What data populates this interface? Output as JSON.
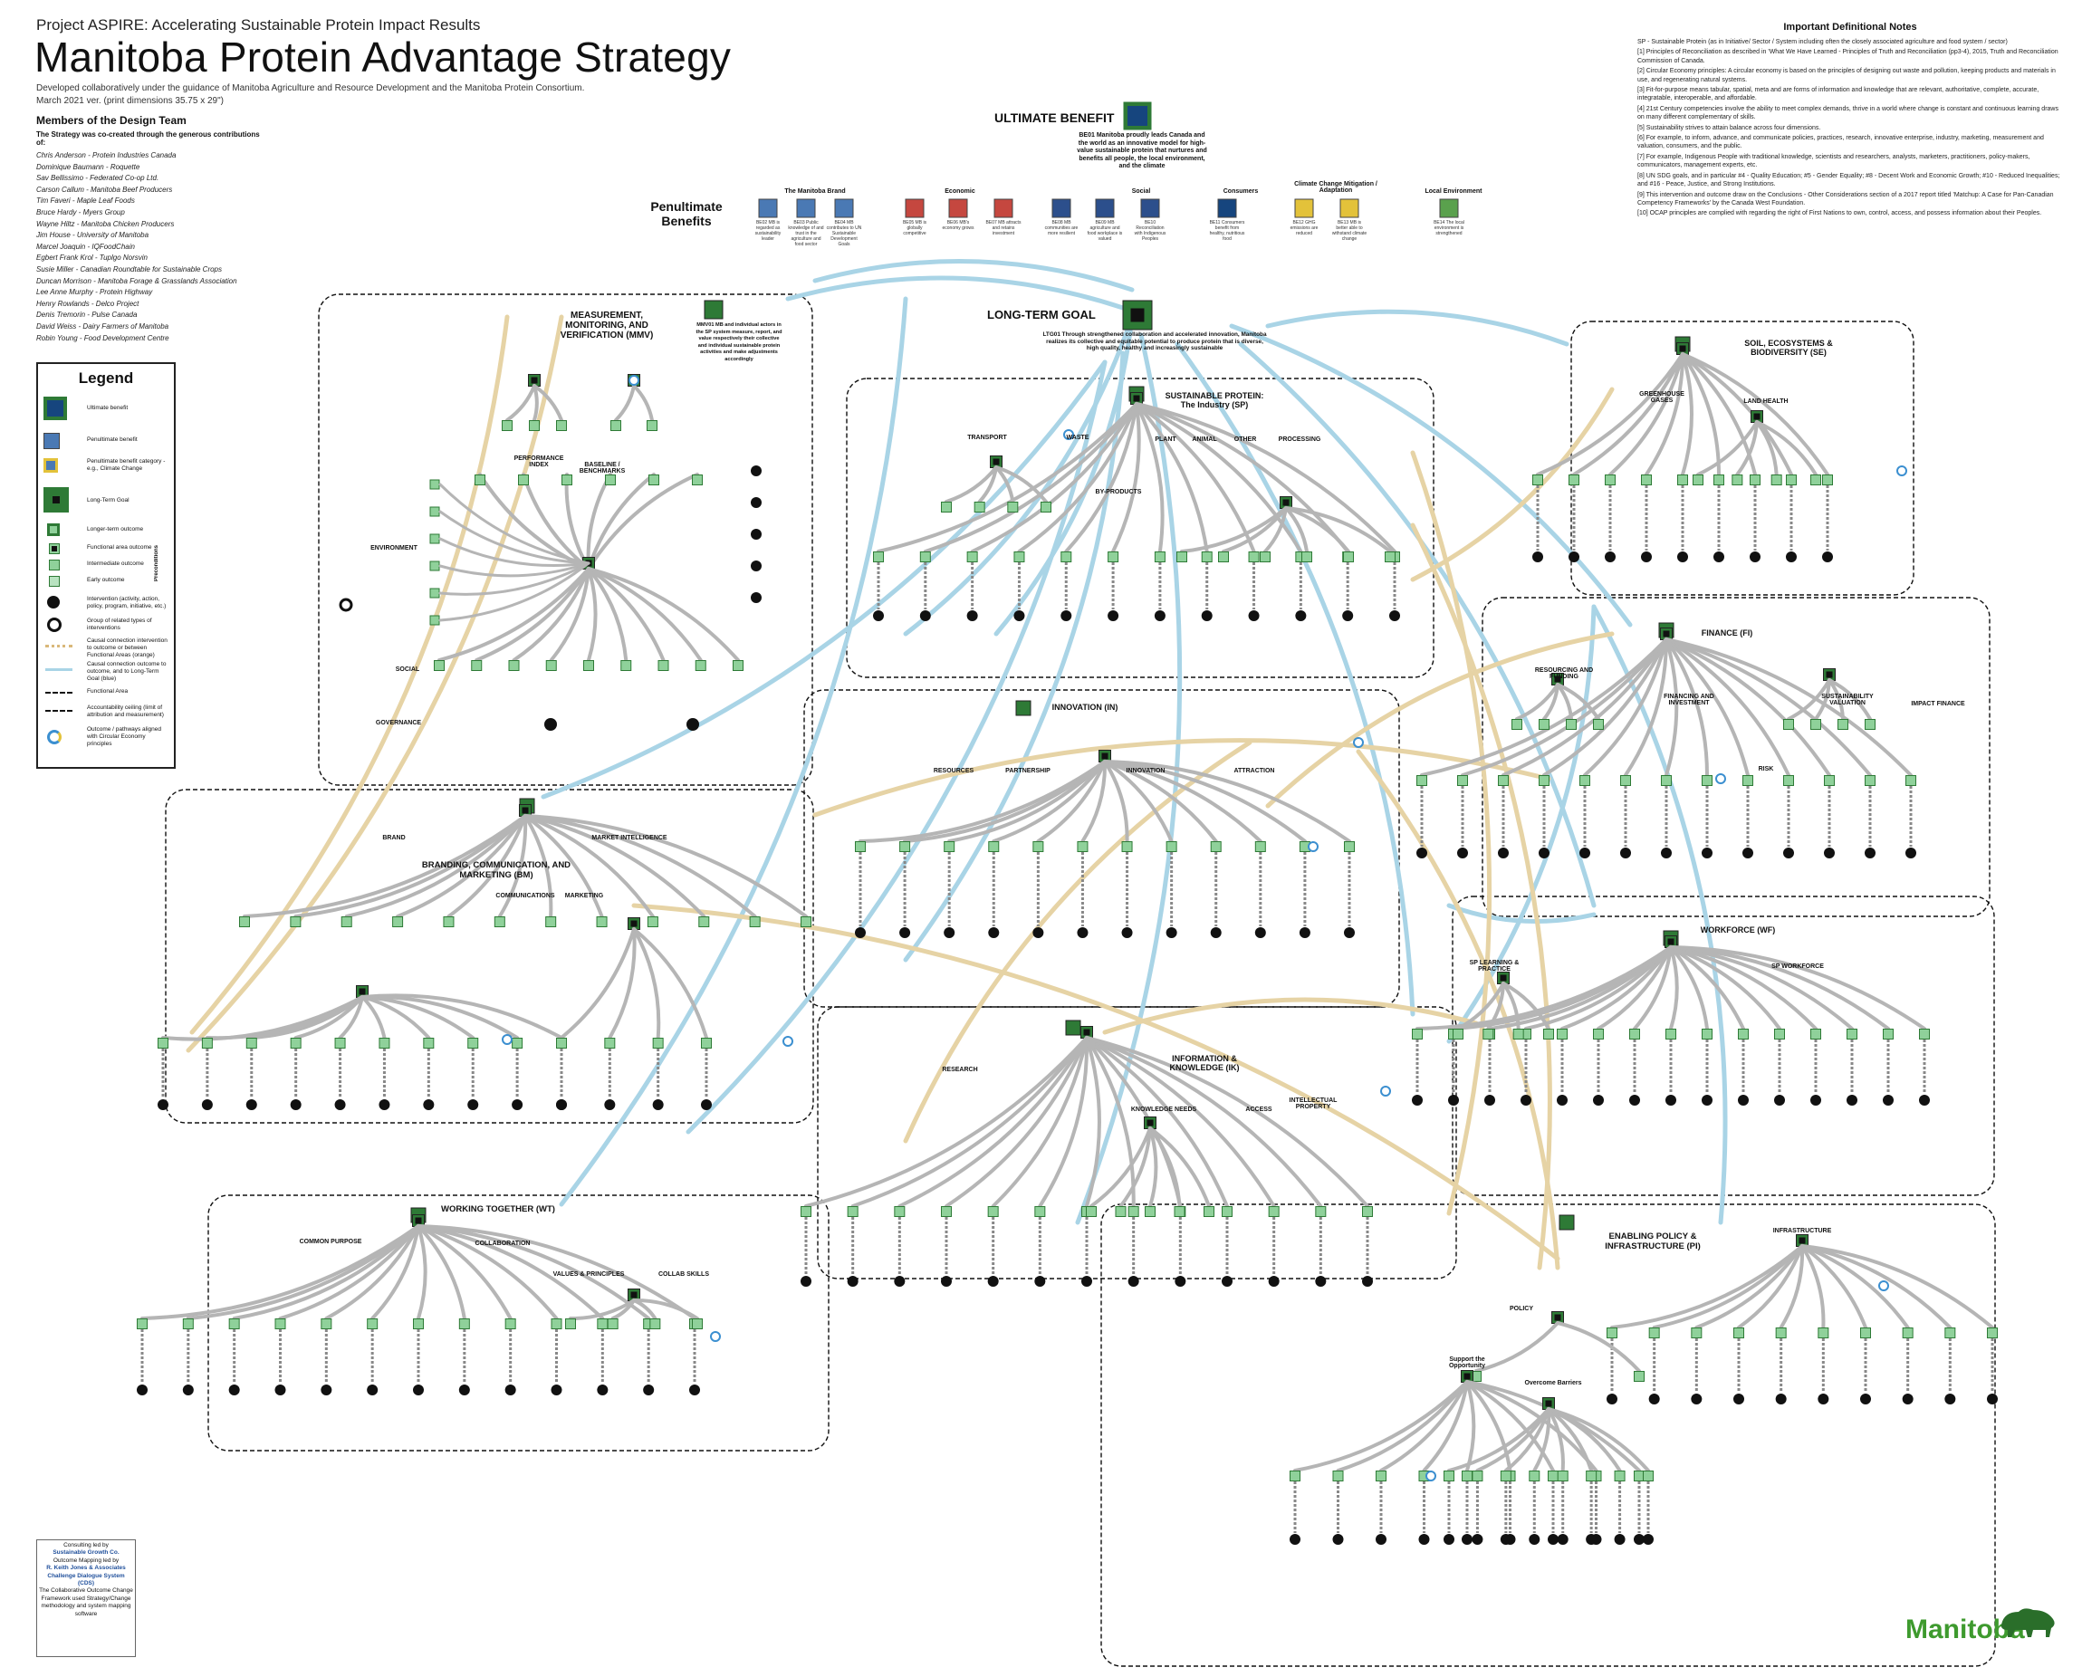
{
  "header": {
    "kicker": "Project ASPIRE: Accelerating Sustainable Protein Impact Results",
    "title": "Manitoba Protein Advantage Strategy",
    "subtitle": "Developed collaboratively under the guidance of Manitoba Agriculture and Resource Development and the Manitoba Protein Consortium.",
    "print_note": "March 2021 ver. (print dimensions 35.75 x 29\")"
  },
  "design_team": {
    "heading": "Members of the Design Team",
    "intro": "The Strategy was co-created through the generous contributions of:",
    "members": [
      "Chris Anderson - Protein Industries Canada",
      "Dominique Baumann - Roquette",
      "Sav Bellissimo - Federated Co-op Ltd.",
      "Carson Callum - Manitoba Beef Producers",
      "Tim Faveri - Maple Leaf Foods",
      "Bruce Hardy - Myers Group",
      "Wayne Hiltz - Manitoba Chicken Producers",
      "Jim House - University of Manitoba",
      "Marcel Joaquin - IQFoodChain",
      "Egbert Frank Krol - Tuplgo Norsvin",
      "Susie Miller - Canadian Roundtable for Sustainable Crops",
      "Duncan Morrison - Manitoba Forage & Grasslands Association",
      "Lee Anne Murphy - Protein Highway",
      "Henry Rowlands - Delco Project",
      "Denis Tremorin - Pulse Canada",
      "David Weiss - Dairy Farmers of Manitoba",
      "Robin Young - Food Development Centre"
    ]
  },
  "legend": {
    "title": "Legend",
    "items": [
      "Ultimate benefit",
      "Penultimate benefit",
      "Penultimate benefit category - e.g., Climate Change",
      "Long-Term Goal",
      "Longer-term outcome",
      "Functional area outcome",
      "Intermediate outcome",
      "Early outcome",
      "Intervention (activity, action, policy, program, initiative, etc.)",
      "Group of related types of interventions",
      "Causal connection intervention to outcome or between Functional Areas (orange)",
      "Causal connection outcome to outcome, and to Long-Term Goal (blue)",
      "Functional Area",
      "Accountability ceiling (limit of attribution and measurement)",
      "Outcome / pathways aligned with Circular Economy principles"
    ],
    "preconditions_label": "Preconditions"
  },
  "ultimate_benefit": {
    "label": "ULTIMATE BENEFIT",
    "text": "BE01 Manitoba proudly leads Canada and the world as an innovative model for high-value sustainable protein that nurtures and benefits all people, the local environment, and the climate"
  },
  "penultimate": {
    "label": "Penultimate Benefits",
    "categories": [
      "The Manitoba Brand",
      "Economic",
      "Social",
      "Consumers",
      "Climate Change Mitigation / Adaptation",
      "Local Environment"
    ],
    "boxes": [
      "BE02 MB is regarded as sustainability leader",
      "BE03 Public knowledge of and trust in the agriculture and food sector",
      "BE04 MB contributes to UN Sustainable Development Goals",
      "BE05 MB is globally competitive",
      "BE06 MB's economy grows",
      "BE07 MB attracts and retains investment",
      "BE08 MB communities are more resilient",
      "BE09 MB agriculture and food workplace is valued",
      "BE10 Reconciliation with Indigenous Peoples",
      "BE11 Consumers benefit from healthy, nutritious food",
      "BE12 GHG emissions are reduced",
      "BE13 MB is better able to withstand climate change",
      "BE14 The local environment is strengthened"
    ]
  },
  "long_term_goal": {
    "label": "LONG-TERM GOAL",
    "text": "LTG01 Through strengthened collaboration and accelerated innovation, Manitoba realizes its collective and equitable potential to produce protein that is diverse, high quality, healthy and increasingly sustainable"
  },
  "areas": {
    "mmv": {
      "title": "MEASUREMENT, MONITORING, AND VERIFICATION (MMV)",
      "outcome": "MMV01 MB and individual actors in the SP system measure, report, and value respectively their collective and individual sustainable protein activities and make adjustments accordingly",
      "subs": [
        "PERFORMANCE INDEX",
        "BASELINE / BENCHMARKS",
        "ENVIRONMENT",
        "SOCIAL",
        "GOVERNANCE"
      ]
    },
    "sp": {
      "title": "SUSTAINABLE PROTEIN: The Industry (SP)",
      "subs": [
        "TRANSPORT",
        "WASTE",
        "PLANT",
        "ANIMAL",
        "OTHER",
        "PROCESSING",
        "BY-PRODUCTS"
      ]
    },
    "se": {
      "title": "SOIL, ECOSYSTEMS & BIODIVERSITY (SE)",
      "subs": [
        "GREENHOUSE GASES",
        "LAND HEALTH"
      ]
    },
    "fi": {
      "title": "FINANCE (FI)",
      "subs": [
        "RESOURCING AND FUNDING",
        "FINANCING AND INVESTMENT",
        "RISK",
        "SUSTAINABILITY VALUATION",
        "IMPACT FINANCE"
      ]
    },
    "in": {
      "title": "INNOVATION (IN)",
      "subs": [
        "RESOURCES",
        "PARTNERSHIP",
        "INNOVATION",
        "ATTRACTION"
      ]
    },
    "bm": {
      "title": "BRANDING, COMMUNICATION, AND MARKETING (BM)",
      "subs": [
        "BRAND",
        "MARKET INTELLIGENCE",
        "COMMUNICATIONS",
        "MARKETING"
      ]
    },
    "wf": {
      "title": "WORKFORCE (WF)",
      "subs": [
        "SP LEARNING & PRACTICE",
        "SP WORKFORCE"
      ]
    },
    "ik": {
      "title": "INFORMATION & KNOWLEDGE (IK)",
      "subs": [
        "RESEARCH",
        "KNOWLEDGE NEEDS",
        "ACCESS",
        "INTELLECTUAL PROPERTY"
      ]
    },
    "wt": {
      "title": "WORKING TOGETHER (WT)",
      "subs": [
        "COMMON PURPOSE",
        "COLLABORATION",
        "VALUES & PRINCIPLES",
        "COLLAB SKILLS"
      ]
    },
    "pi": {
      "title": "ENABLING POLICY & INFRASTRUCTURE (PI)",
      "subs": [
        "POLICY",
        "INFRASTRUCTURE",
        "Support the Opportunity",
        "Overcome Barriers"
      ]
    }
  },
  "notes": {
    "title": "Important Definitional Notes",
    "items": [
      "SP - Sustainable Protein (as in Initiative/ Sector / System including often the closely associated agriculture and food system / sector)",
      "[1] Principles of Reconciliation as described in 'What We Have Learned - Principles of Truth and Reconciliation (pp3-4), 2015, Truth and Reconciliation Commission of Canada.",
      "[2] Circular Economy principles: A circular economy is based on the principles of designing out waste and pollution, keeping products and materials in use, and regenerating natural systems.",
      "[3] Fit-for-purpose means tabular, spatial, meta and are forms of information and knowledge that are relevant, authoritative, complete, accurate, integratable, interoperable, and affordable.",
      "[4] 21st Century competencies involve the ability to meet complex demands, thrive in a world where change is constant and continuous learning draws on many different complementary of skills.",
      "[5] Sustainability strives to attain balance across four dimensions.",
      "[6] For example, to inform, advance, and communicate policies, practices, research, innovative enterprise, industry, marketing, measurement and valuation, consumers, and the public.",
      "[7] For example, Indigenous People with traditional knowledge, scientists and researchers, analysts, marketers, practitioners, policy-makers, communicators, management experts, etc.",
      "[8] UN SDG goals, and in particular #4 - Quality Education; #5 - Gender Equality; #8 - Decent Work and Economic Growth; #10 - Reduced Inequalities; and #16 - Peace, Justice, and Strong Institutions.",
      "[9] This intervention and outcome draw on the Conclusions - Other Considerations section of a 2017 report titled 'Matchup: A Case for Pan-Canadian Competency Frameworks' by the Canada West Foundation.",
      "[10] OCAP principles are complied with regarding the right of First Nations to own, control, access, and possess information about their Peoples."
    ]
  },
  "credits": {
    "lines": [
      "Consulting led by",
      "Sustainable Growth Co.",
      "Outcome Mapping led by",
      "R. Keith Jones & Associates",
      "Challenge Dialogue System (CDS)",
      "The Collaborative Outcome Change Framework used Strategy/Change methodology and system mapping software"
    ]
  },
  "logo": {
    "text": "Manitoba"
  },
  "colors": {
    "dark_green": "#2e7a36",
    "light_green": "#8fd19a",
    "dark_blue": "#16457e",
    "causal_blue": "#a9d4e6",
    "causal_orange": "#e6d3a5",
    "grey_connector": "#b5b5b5",
    "brand_blue": "#4a79b4",
    "economic_red": "#c5473f",
    "social_blue": "#2c4f8c",
    "climate_yellow": "#e3c23a",
    "environment_green": "#5aa14d"
  }
}
